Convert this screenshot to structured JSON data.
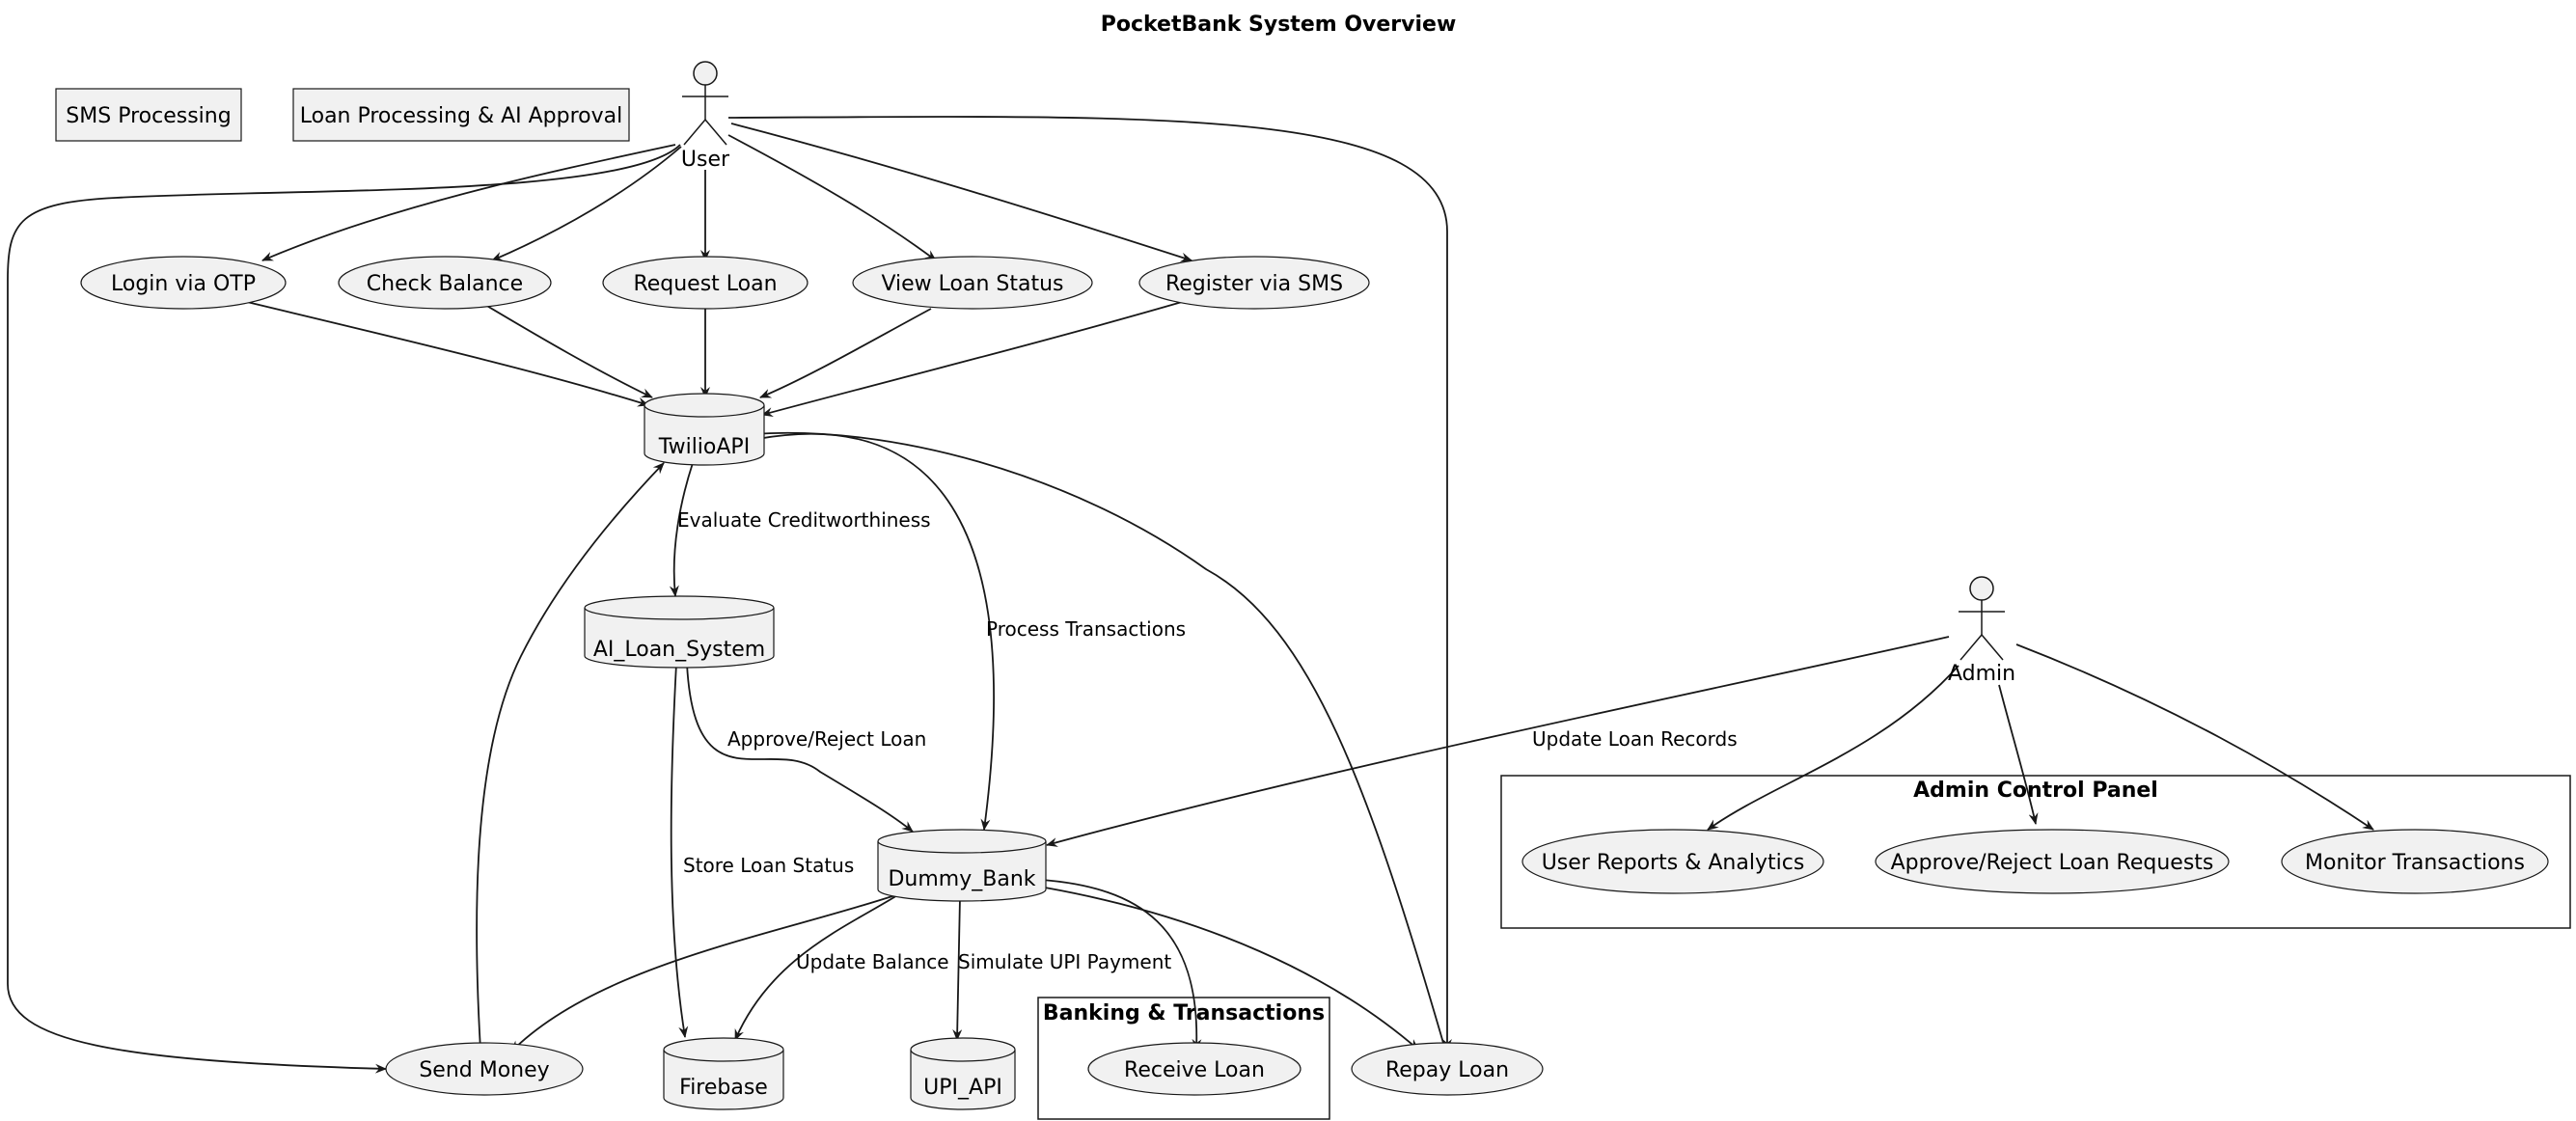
{
  "title": "PocketBank System Overview",
  "actors": {
    "user": "User",
    "admin": "Admin"
  },
  "components": {
    "sms_processing": "SMS Processing",
    "loan_processing": "Loan Processing & AI Approval"
  },
  "usecases": {
    "login_otp": "Login via OTP",
    "check_balance": "Check Balance",
    "request_loan": "Request Loan",
    "view_loan_status": "View Loan Status",
    "register_sms": "Register via SMS",
    "send_money": "Send Money",
    "receive_loan": "Receive Loan",
    "repay_loan": "Repay Loan",
    "user_reports": "User Reports & Analytics",
    "approve_reject_requests": "Approve/Reject Loan Requests",
    "monitor_transactions": "Monitor Transactions"
  },
  "databases": {
    "twilio": "TwilioAPI",
    "ai_loan": "AI_Loan_System",
    "dummy_bank": "Dummy_Bank",
    "firebase": "Firebase",
    "upi": "UPI_API"
  },
  "packages": {
    "admin_panel": "Admin Control Panel",
    "banking": "Banking & Transactions"
  },
  "edge_labels": {
    "evaluate": "Evaluate Creditworthiness",
    "process": "Process Transactions",
    "approve_reject": "Approve/Reject Loan",
    "store_status": "Store Loan Status",
    "update_balance": "Update Balance",
    "simulate_upi": "Simulate UPI Payment",
    "update_records": "Update Loan Records"
  }
}
